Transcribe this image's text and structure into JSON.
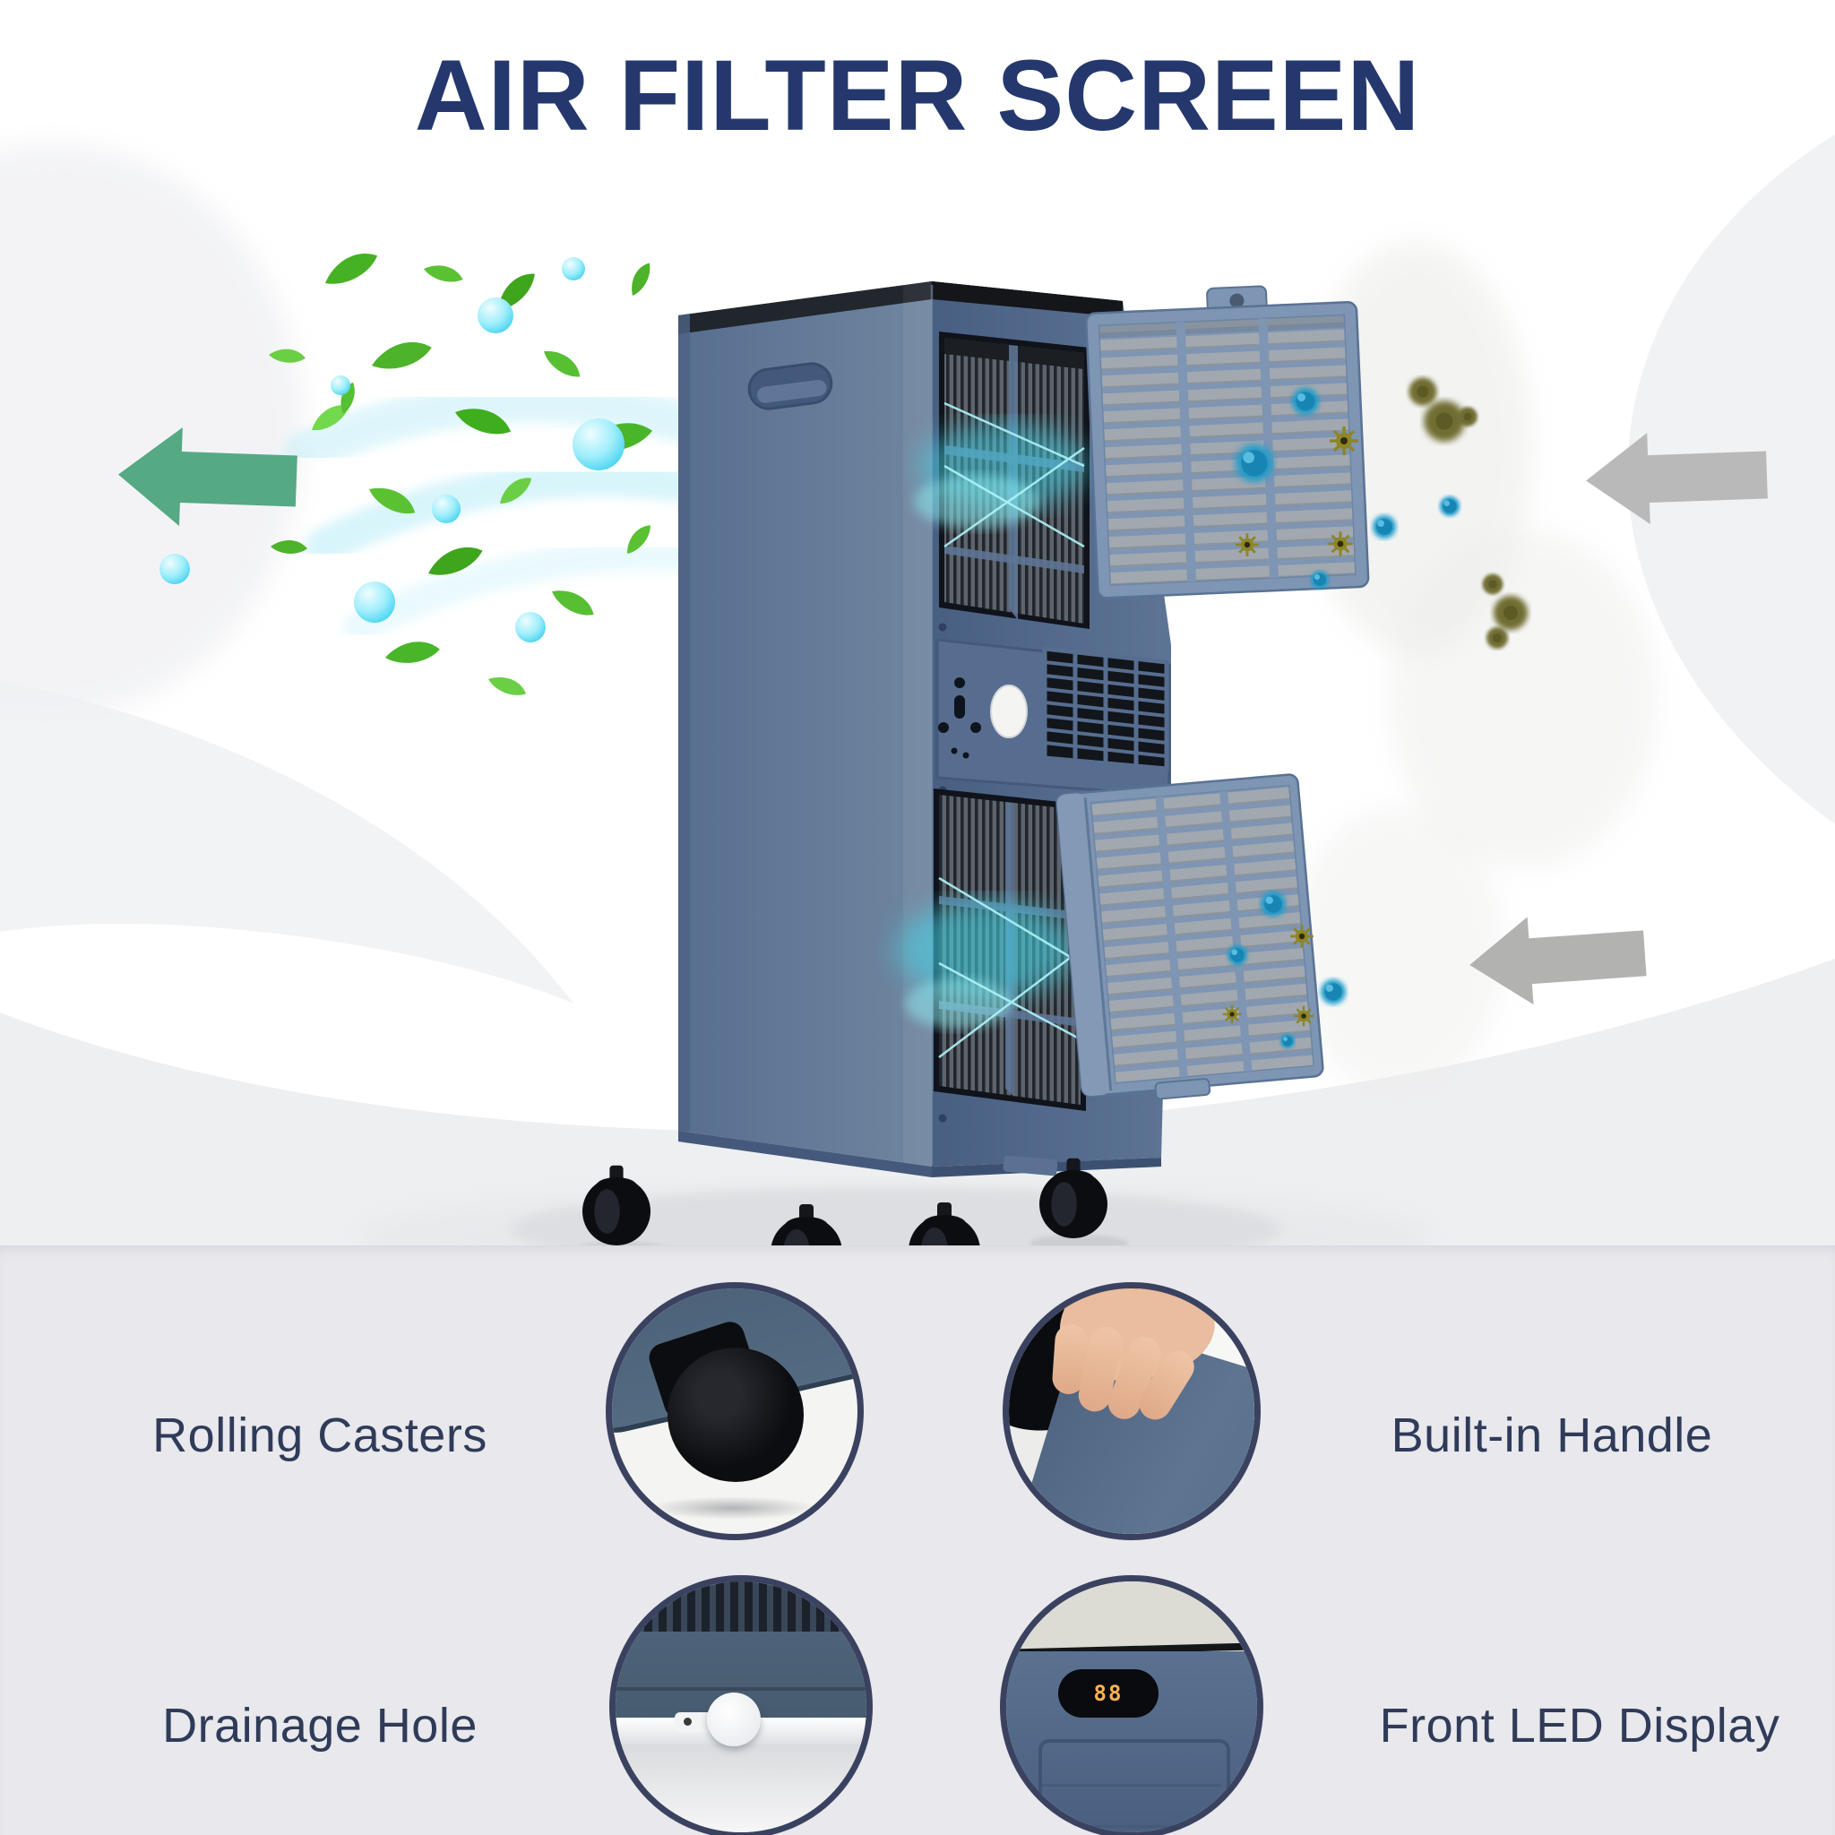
{
  "title": "AIR FILTER SCREEN",
  "hero": {
    "arrows": [
      {
        "name": "clean-air-out",
        "direction": "left",
        "color": "#55a983"
      },
      {
        "name": "dirty-air-in-top",
        "direction": "left",
        "color": "#b9b9b9"
      },
      {
        "name": "dirty-air-in-bottom",
        "direction": "left",
        "color": "#b2b2b0"
      }
    ],
    "unit": {
      "body_color": "#5d7495",
      "filter_panel_color": "#7e95b3",
      "filter_mesh_color": "#a2a8af",
      "glow_color": "#45d5e8"
    },
    "decorations": {
      "leaf_color": "#4db32a",
      "bubble_color": "#59d7f2",
      "dust_particle_color": "#6f6d33",
      "microbe_particle_color": "#1f9ccb"
    }
  },
  "features": [
    {
      "id": "rolling-casters",
      "label": "Rolling Casters"
    },
    {
      "id": "built-in-handle",
      "label": "Built-in Handle"
    },
    {
      "id": "drainage-hole",
      "label": "Drainage Hole"
    },
    {
      "id": "front-led-display",
      "label": "Front LED Display",
      "led_value": "88"
    }
  ],
  "colors": {
    "title": "#24386e",
    "label": "#2f3b58",
    "section_bg": "#e8e8ed",
    "circle_ring": "#3a4260"
  }
}
